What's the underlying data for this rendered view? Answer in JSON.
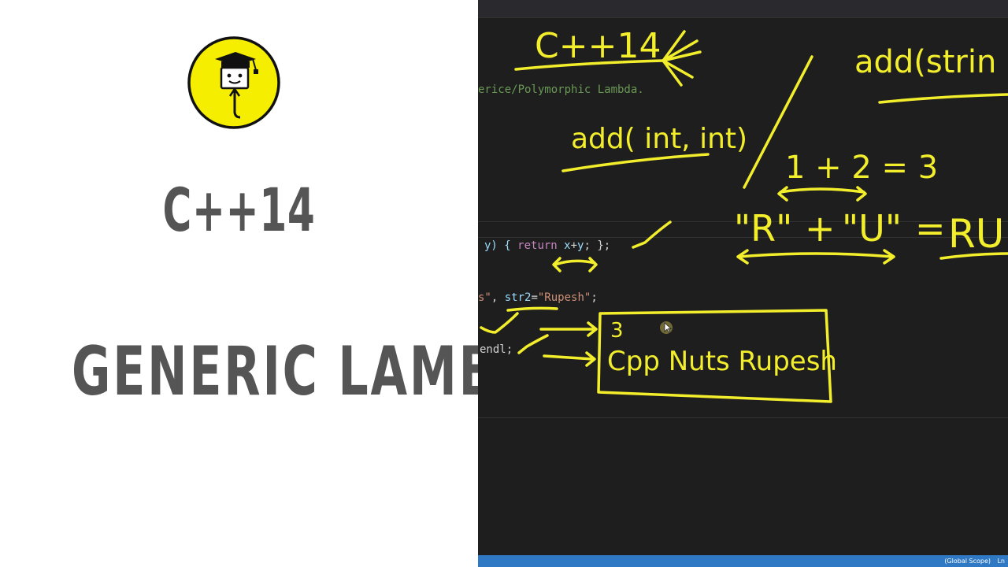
{
  "slide": {
    "title_line1": "C++14",
    "title_line2": "GENERIC LAMBDA",
    "logo_icon": "graduation-cap-mascot-icon",
    "logo_color": "#f5ee00"
  },
  "editor": {
    "comment_line": "erice/Polymorphic Lambda.",
    "code_line1": {
      "prefix": "y) { ",
      "keyword": "return",
      "expr_a": "x",
      "expr_op": "+",
      "expr_b": "y",
      "suffix": "; };"
    },
    "code_line2": {
      "lead_string": "s\"",
      "separator": ", ",
      "var_name": "str2",
      "assign": "=",
      "string_value": "\"Rupesh\"",
      "suffix": ";"
    },
    "code_line3": "endl;",
    "status_scope": "(Global Scope)",
    "status_ln": "Ln"
  },
  "annotations": {
    "heading": "C++14",
    "sig_int": "add( int, int)",
    "sig_string": "add(strin",
    "int_example": "1 + 2 = 3",
    "string_example_a": "\"R\"",
    "string_example_plus": "+",
    "string_example_b": "\"U\"",
    "string_example_eq": "=",
    "string_example_result": "RU",
    "output_line1": "3",
    "output_line2": "Cpp Nuts Rupesh",
    "ink_color": "#f3ee2c"
  }
}
